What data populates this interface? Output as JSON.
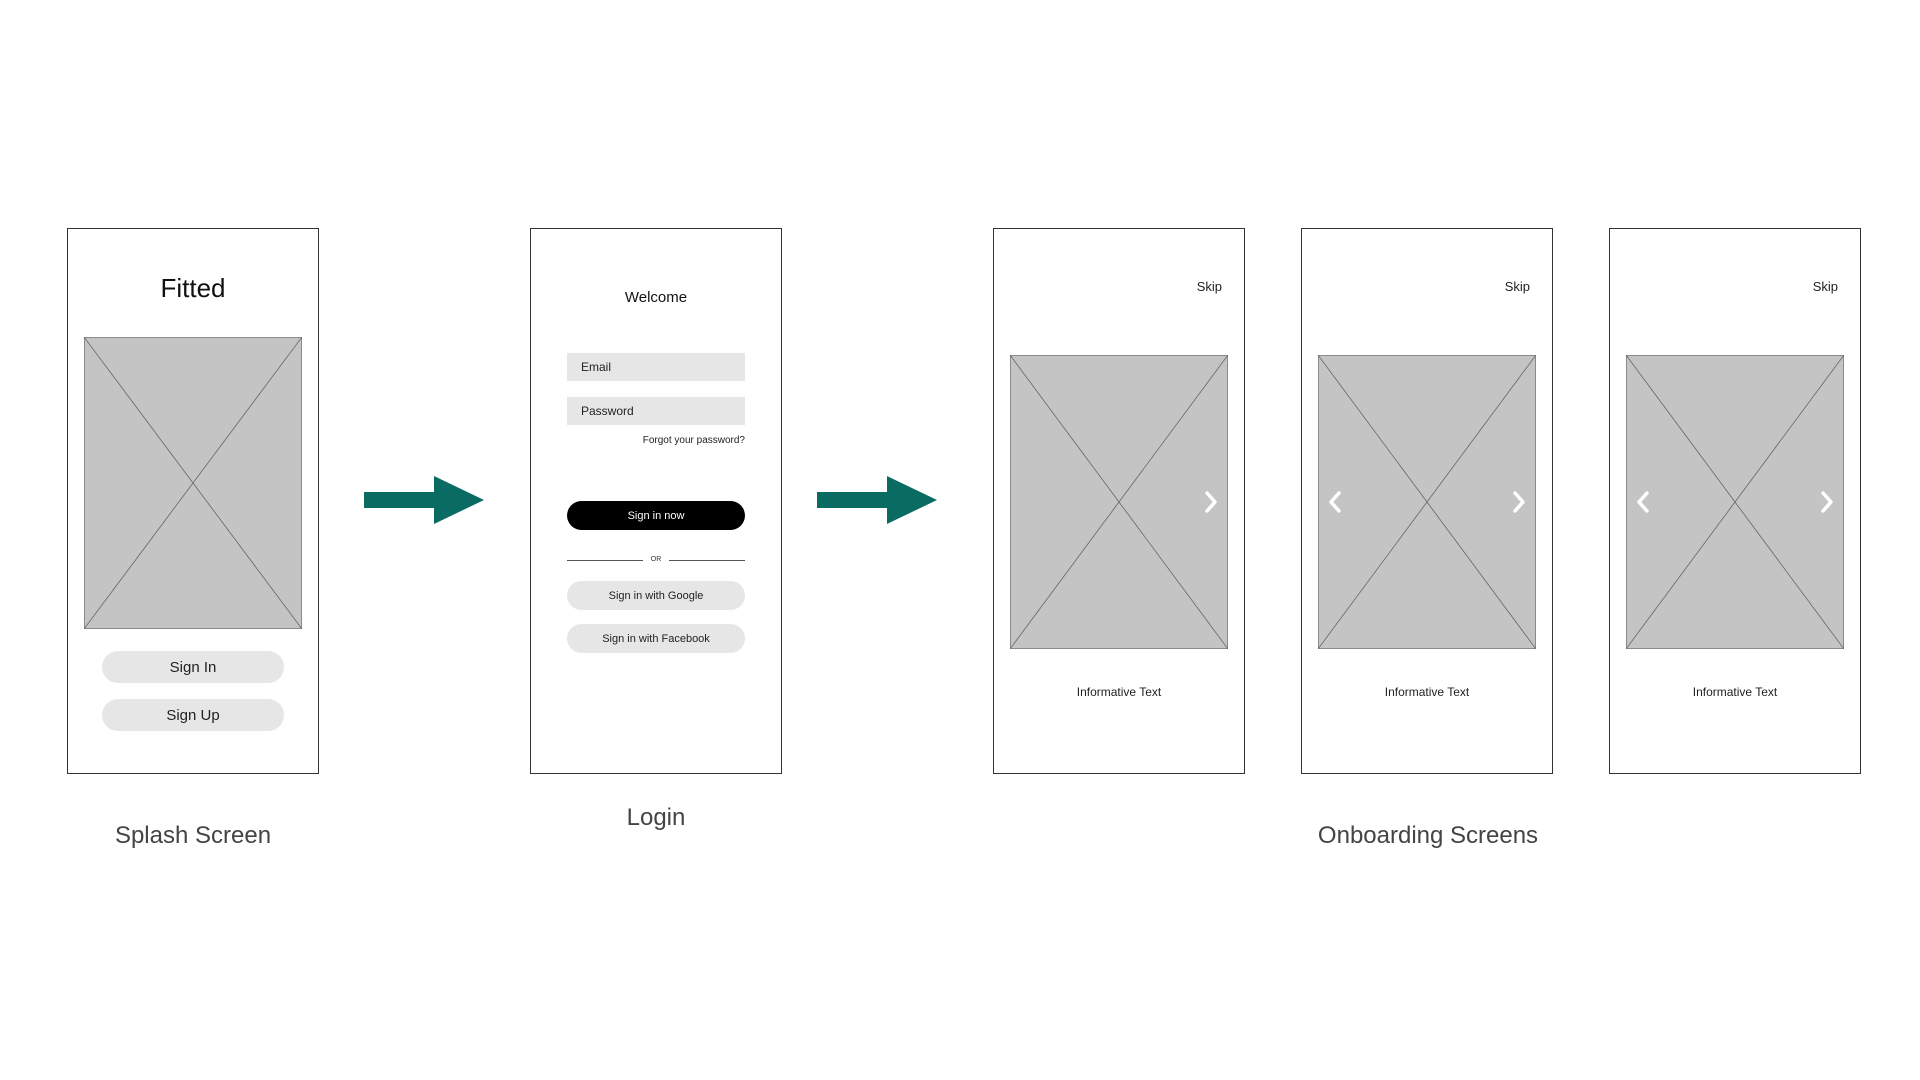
{
  "splash": {
    "title": "Fitted",
    "sign_in_label": "Sign In",
    "sign_up_label": "Sign Up",
    "caption": "Splash Screen"
  },
  "login": {
    "title": "Welcome",
    "email_placeholder": "Email",
    "password_placeholder": "Password",
    "forgot_password": "Forgot your password?",
    "sign_in_now": "Sign in now",
    "or_label": "OR",
    "google_label": "Sign in with Google",
    "facebook_label": "Sign in with Facebook",
    "caption": "Login"
  },
  "onboarding": {
    "screens": [
      {
        "skip": "Skip",
        "text": "Informative Text",
        "prev": false,
        "next": true
      },
      {
        "skip": "Skip",
        "text": "Informative Text",
        "prev": true,
        "next": true
      },
      {
        "skip": "Skip",
        "text": "Informative Text",
        "prev": true,
        "next": true
      }
    ],
    "caption": "Onboarding Screens"
  },
  "colors": {
    "arrow": "#0a6b63",
    "placeholder": "#c4c4c4",
    "pill": "#e6e6e6",
    "primary_button": "#000000"
  },
  "icons": {
    "flow_arrow": "right-arrow-icon",
    "chevron_left": "chevron-left-icon",
    "chevron_right": "chevron-right-icon"
  }
}
